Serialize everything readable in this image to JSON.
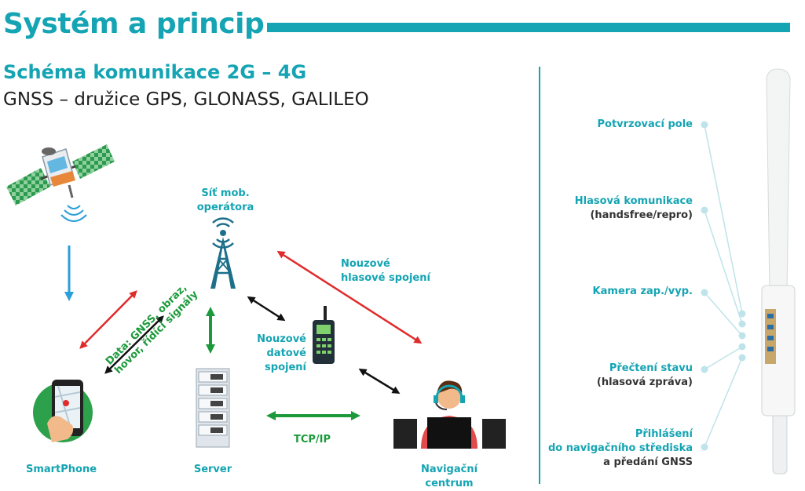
{
  "header": {
    "title": "Systém a princip",
    "subtitle": "Schéma komunikace 2G – 4G",
    "gnss_line": "GNSS – družice GPS, GLONASS, GALILEO"
  },
  "diagram": {
    "network_label": [
      "Síť mob.",
      "operátora"
    ],
    "voice_label": [
      "Nouzové",
      "hlasové spojení"
    ],
    "data_conn_label": [
      "Nouzové",
      "datové spojení"
    ],
    "data_green_label": [
      "Data: GNSS, obraz,",
      "hovor, řídící signály"
    ],
    "tcpip_label": "TCP/IP",
    "smartphone_label": "SmartPhone",
    "server_label": "Server",
    "nav_center_label": "Navigační centrum"
  },
  "device": {
    "callouts": [
      {
        "line1": "Potvrzovací pole",
        "line2": ""
      },
      {
        "line1": "Hlasová komunikace",
        "line2": "(handsfree/repro)"
      },
      {
        "line1": "Kamera zap./vyp.",
        "line2": ""
      },
      {
        "line1": "Přečtení stavu",
        "line2": "(hlasová zpráva)"
      },
      {
        "line1": "Přihlášení",
        "line2": "do navigačního střediska",
        "line3": "a předání GNSS"
      }
    ]
  },
  "colors": {
    "teal": "#14a4b3",
    "green": "#1c9a3b",
    "red": "#e02b2b",
    "blue": "#2a9fd8",
    "black": "#111111"
  }
}
